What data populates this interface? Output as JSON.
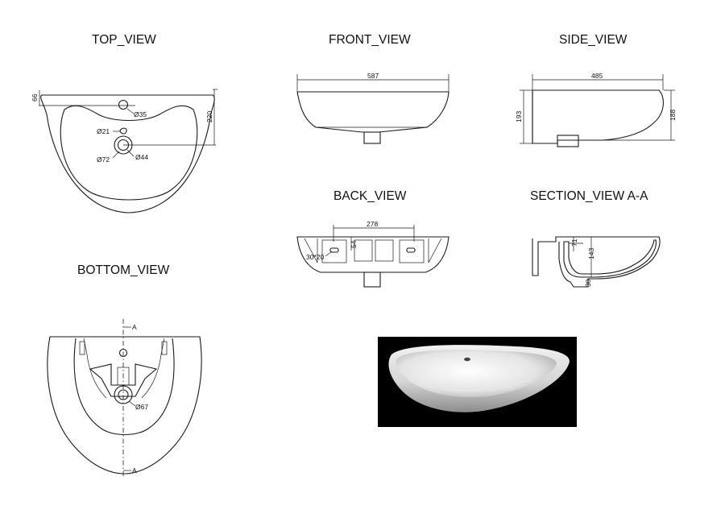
{
  "views": {
    "top": {
      "title": "TOP_VIEW",
      "dims": [
        "66",
        "220",
        "Ø35",
        "Ø21",
        "Ø72",
        "Ø44"
      ]
    },
    "front": {
      "title": "FRONT_VIEW",
      "dims": [
        "587"
      ]
    },
    "side": {
      "title": "SIDE_VIEW",
      "dims": [
        "485",
        "193",
        "188"
      ]
    },
    "back": {
      "title": "BACK_VIEW",
      "dims": [
        "278",
        "54",
        "30*20"
      ]
    },
    "section": {
      "title": "SECTION_VIEW  A-A",
      "dims": [
        "71",
        "143",
        "30"
      ]
    },
    "bottom": {
      "title": "BOTTOM_VIEW",
      "dims": [
        "Ø67",
        "A",
        "A"
      ]
    }
  },
  "product_render": {
    "description_icon": "washbasin-photo"
  }
}
